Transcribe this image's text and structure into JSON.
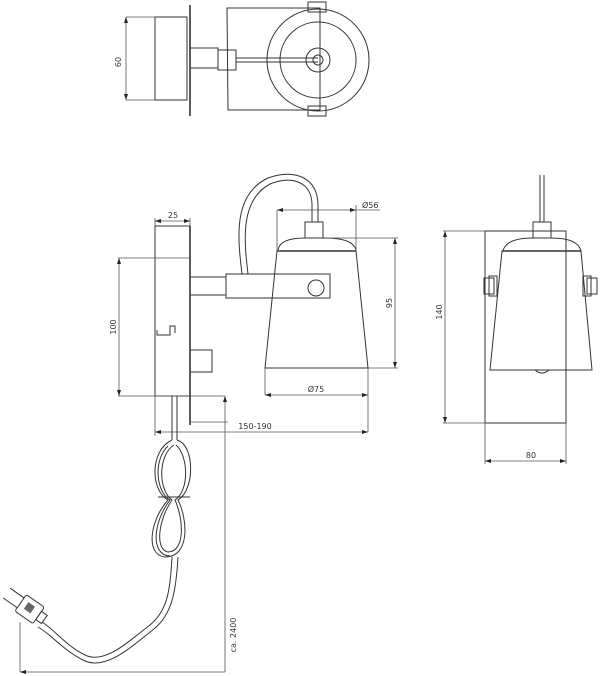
{
  "drawing": {
    "views": [
      "top-view",
      "side-view",
      "front-view",
      "power-cord"
    ],
    "line_color": "#333333",
    "background": "#ffffff"
  },
  "dimensions": {
    "top_depth": "60",
    "plate_depth": "25",
    "shade_top_diameter": "Ø56",
    "shade_bottom_diameter": "Ø75",
    "shade_height": "95",
    "mount_height": "100",
    "projection": "150-190",
    "front_height": "140",
    "front_width": "80",
    "cord_length": "ca. 2400"
  }
}
